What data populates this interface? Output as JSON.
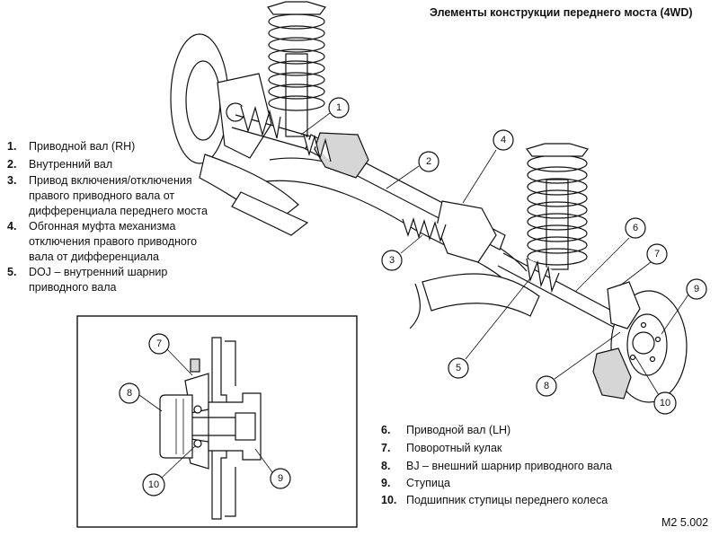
{
  "title": "Элементы конструкции переднего моста (4WD)",
  "legend_left": [
    {
      "num": "1.",
      "lines": [
        "Приводной вал (RH)"
      ]
    },
    {
      "num": "2.",
      "lines": [
        "Внутренний вал"
      ]
    },
    {
      "num": "3.",
      "lines": [
        "Привод включения/отключения",
        "правого приводного вала от",
        "дифференциала переднего моста"
      ]
    },
    {
      "num": "4.",
      "lines": [
        "Обгонная муфта механизма",
        "отключения правого приводного",
        "вала от дифференциала"
      ]
    },
    {
      "num": "5.",
      "lines": [
        "DOJ – внутренний шарнир",
        "приводного вала"
      ]
    }
  ],
  "legend_right": [
    {
      "num": "6.",
      "lines": [
        "Приводной вал (LH)"
      ]
    },
    {
      "num": "7.",
      "lines": [
        "Поворотный кулак"
      ]
    },
    {
      "num": "8.",
      "lines": [
        "BJ – внешний шарнир приводного вала"
      ]
    },
    {
      "num": "9.",
      "lines": [
        "Ступица"
      ]
    },
    {
      "num": "10.",
      "lines": [
        "Подшипник ступицы переднего колеса"
      ]
    }
  ],
  "callouts": {
    "main": [
      "1",
      "2",
      "3",
      "4",
      "5",
      "6",
      "7",
      "8",
      "9",
      "10"
    ],
    "inset": [
      "7",
      "8",
      "10",
      "9"
    ]
  },
  "figure_code": "M2 5.002"
}
